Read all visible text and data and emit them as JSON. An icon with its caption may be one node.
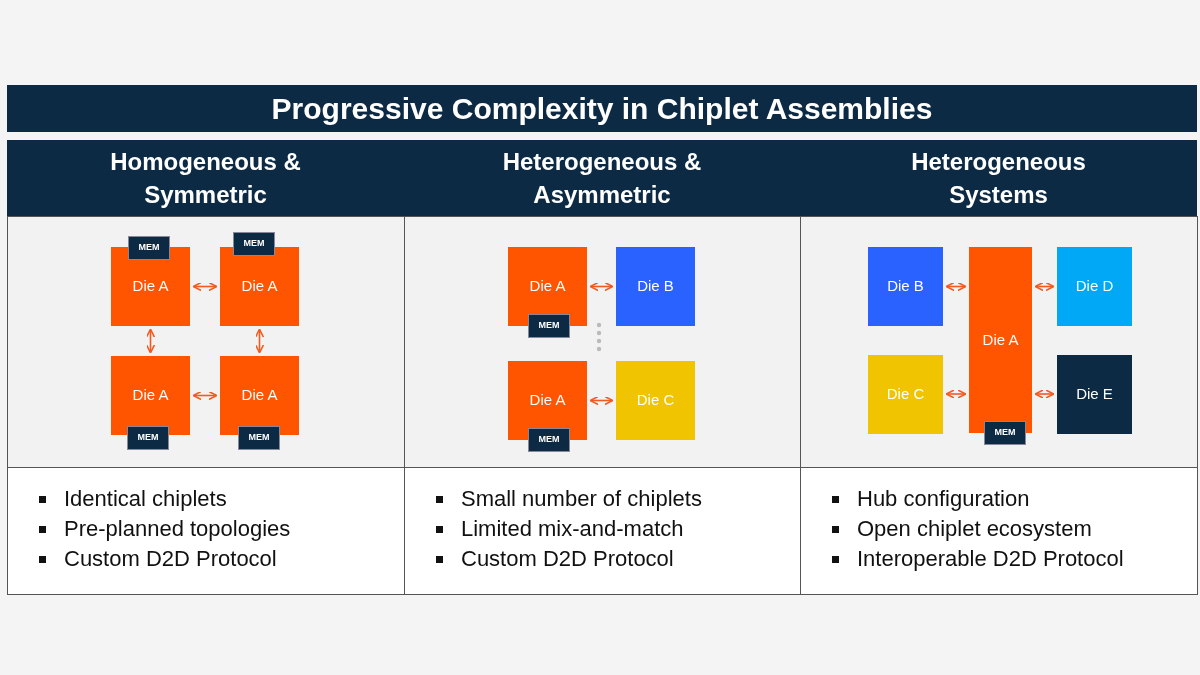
{
  "diagram": {
    "title": "Progressive Complexity in Chiplet Assemblies",
    "nodes": [
      {
        "text": [
          "Die A"
        ]
      },
      {
        "text": [
          "MEM"
        ]
      },
      {
        "text": [
          "Die A"
        ]
      },
      {
        "text": [
          "MEM"
        ]
      },
      {
        "text": [
          "Die A"
        ]
      },
      {
        "text": [
          "MEM"
        ]
      },
      {
        "text": [
          "Die A"
        ]
      },
      {
        "text": [
          "MEM"
        ]
      },
      {
        "text": [
          "Die A"
        ]
      },
      {
        "text": [
          "MEM"
        ]
      },
      {
        "text": [
          "Die B"
        ]
      },
      {
        "text": [
          "Die A"
        ]
      },
      {
        "text": [
          "MEM"
        ]
      },
      {
        "text": [
          "Die C"
        ]
      },
      {
        "text": [
          "Die B"
        ]
      },
      {
        "text": [
          "Die A"
        ]
      },
      {
        "text": [
          "Die D"
        ]
      },
      {
        "text": [
          "Die C"
        ]
      },
      {
        "text": [
          "Die E"
        ]
      },
      {
        "text": [
          "MEM"
        ]
      }
    ],
    "edges": [
      {
        "from": 0,
        "to": 2,
        "arrow": "both"
      },
      {
        "from": 0,
        "to": 4,
        "arrow": "both"
      },
      {
        "from": 2,
        "to": 6,
        "arrow": "both"
      },
      {
        "from": 4,
        "to": 6,
        "arrow": "both"
      },
      {
        "from": 8,
        "to": 10,
        "arrow": "both"
      },
      {
        "from": 11,
        "to": 13,
        "arrow": "both"
      },
      {
        "from": 14,
        "to": 15,
        "arrow": "both"
      },
      {
        "from": 15,
        "to": 16,
        "arrow": "both"
      },
      {
        "from": 17,
        "to": 15,
        "arrow": "both"
      },
      {
        "from": 15,
        "to": 18,
        "arrow": "both"
      }
    ],
    "labels": [
      "Homogeneous & Symmetric",
      "Heterogeneous & Asymmetric",
      "Heterogeneous Systems",
      "Identical chiplets",
      "Small number of chiplets",
      "Hub configuration",
      "Pre-planned topologies",
      "Limited mix-and-match",
      "Open chiplet ecosystem",
      "Custom D2D Protocol",
      "Custom D2D Protocol",
      "Interoperable D2D Protocol"
    ]
  }
}
